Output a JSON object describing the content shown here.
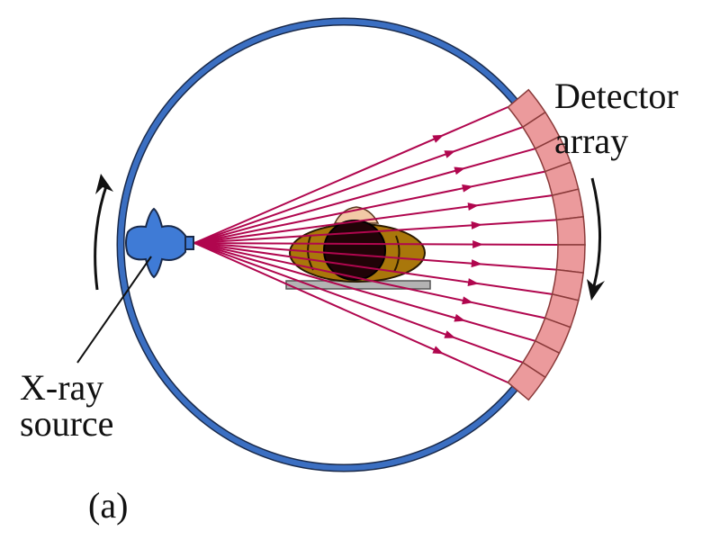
{
  "labels": {
    "detector_line1": "Detector",
    "detector_line2": "array",
    "source_line1": "X-ray",
    "source_line2": "source",
    "panel": "(a)"
  },
  "colors": {
    "gantry_ring": "#3b6fc2",
    "ring_outline": "#1a2a4a",
    "source_body": "#3f7bd6",
    "beam": "#b0064e",
    "detector_fill": "#eb9a9c",
    "detector_outline": "#8a3a3a",
    "torso": "#a9770b",
    "head": "#200307",
    "face": "#f2c9a6",
    "table": "#b3b3b3",
    "arrow": "#111111"
  },
  "icons": {
    "source": "xray-tube-icon",
    "rotation": "rotation-arrow-icon"
  }
}
